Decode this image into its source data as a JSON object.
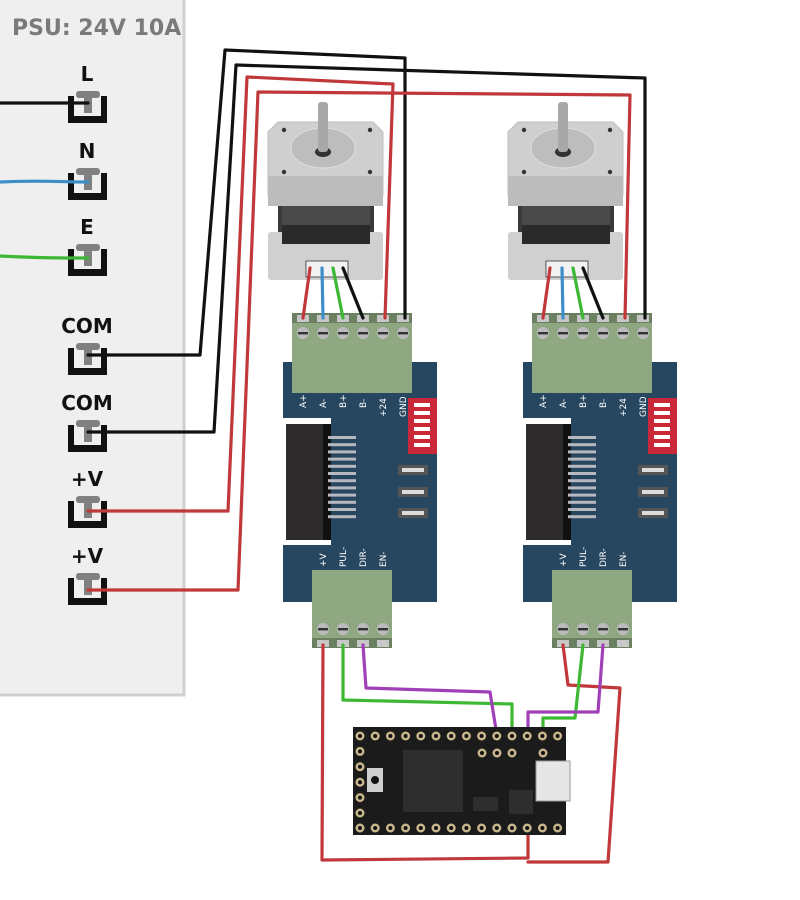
{
  "psu": {
    "title": "PSU: 24V 10A",
    "terminals": [
      "L",
      "N",
      "E",
      "COM",
      "COM",
      "+V",
      "+V"
    ]
  },
  "driver": {
    "motor_pins": [
      "A+",
      "A-",
      "B+",
      "B-",
      "+24",
      "GND"
    ],
    "control_pins": [
      "+V",
      "PUL-",
      "DIR-",
      "EN-"
    ]
  },
  "wire_colors": {
    "black": "#111111",
    "blue": "#3b8ec8",
    "green": "#3cb832",
    "red": "#c0383a",
    "purple": "#a040b8"
  },
  "colors": {
    "driver_board": "#27465f",
    "terminal_block": "#8fa882",
    "dip_switch": "#c8283a",
    "microcontroller": "#1b1b1b",
    "psu_panel": "#efefef"
  }
}
